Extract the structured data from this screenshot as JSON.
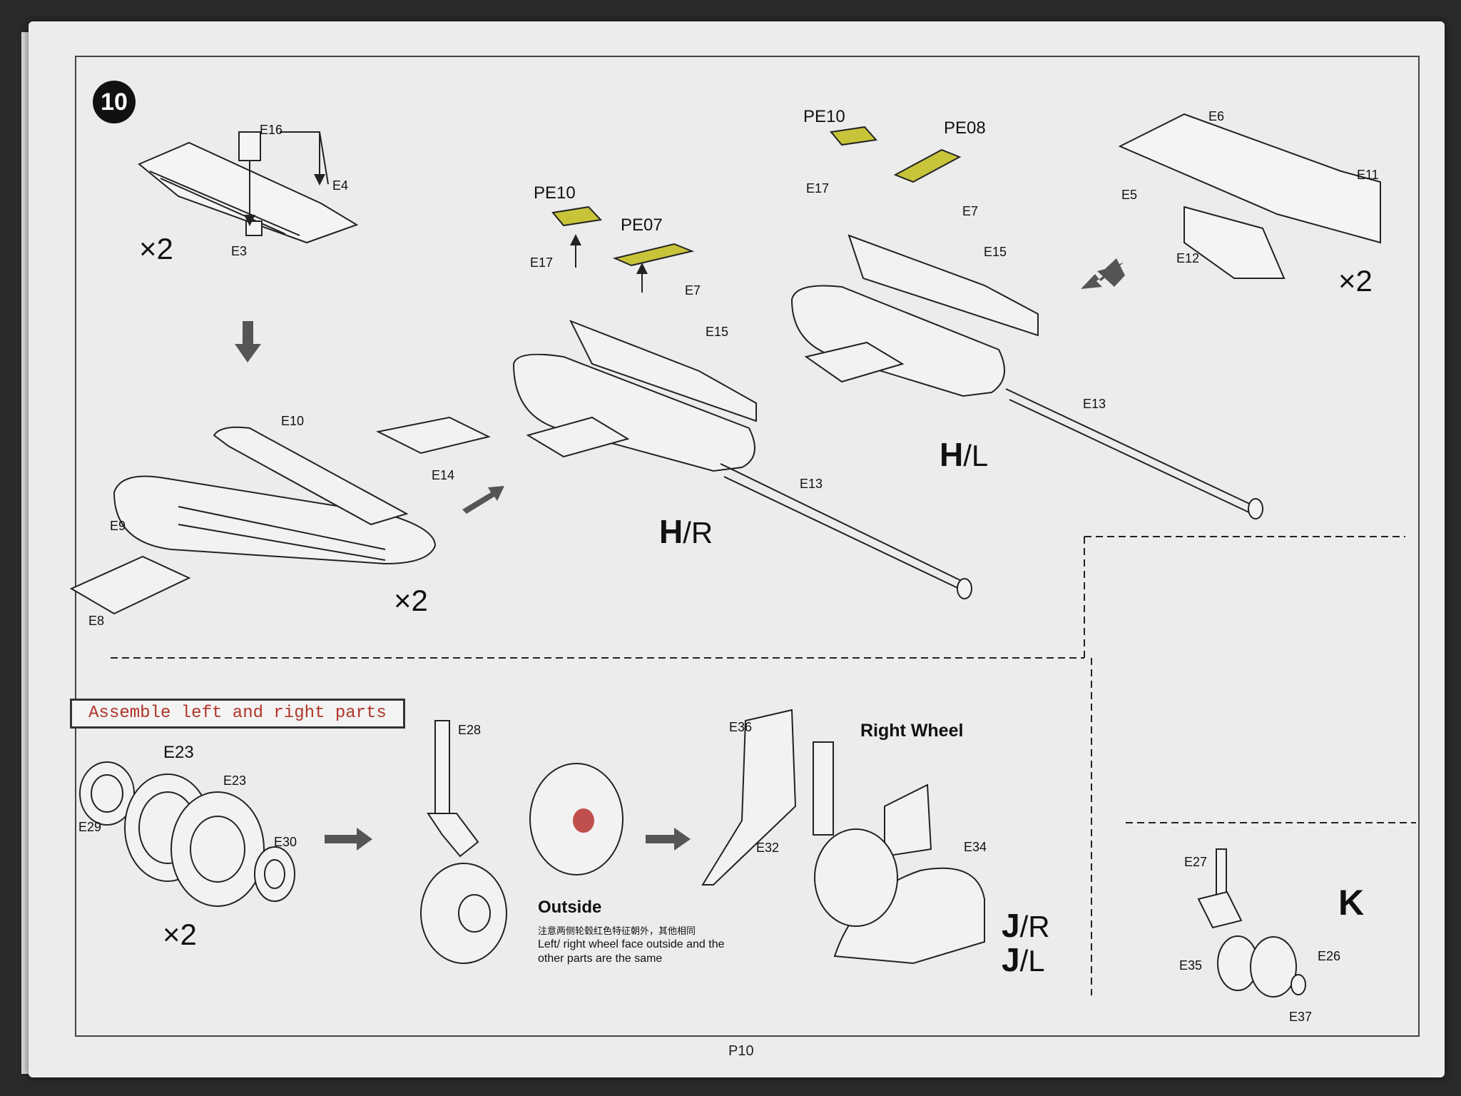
{
  "step": {
    "number": "10"
  },
  "labels": {
    "e16": "E16",
    "e4": "E4",
    "e3": "E3",
    "e10": "E10",
    "e14": "E14",
    "e9": "E9",
    "e8": "E8",
    "pe10_r": "PE10",
    "pe07": "PE07",
    "e17_r": "E17",
    "e7_r": "E7",
    "e15_r": "E15",
    "e13_r": "E13",
    "pe10_l": "PE10",
    "pe08": "PE08",
    "e17_l": "E17",
    "e7_l": "E7",
    "e15_l": "E15",
    "e13_l": "E13",
    "e6": "E6",
    "e11": "E11",
    "e5": "E5",
    "e12": "E12",
    "e23_a": "E23",
    "e23_b": "E23",
    "e29": "E29",
    "e30": "E30",
    "e28": "E28",
    "e36": "E36",
    "e32": "E32",
    "e34": "E34",
    "e27": "E27",
    "e35": "E35",
    "e26": "E26",
    "e37": "E37"
  },
  "multipliers": {
    "a": "×2",
    "b": "×2",
    "c": "×2",
    "d": "×2"
  },
  "variants": {
    "hr": {
      "letter": "H",
      "suffix": "/R"
    },
    "hl": {
      "letter": "H",
      "suffix": "/L"
    },
    "jr": {
      "letter": "J",
      "suffix": "/R"
    },
    "jl": {
      "letter": "J",
      "suffix": "/L"
    },
    "k": "K"
  },
  "assemble_note": "Assemble left and right parts",
  "right_wheel_title": "Right Wheel",
  "outside": {
    "title": "Outside",
    "note_cn": "注意两侧轮毂红色特征朝外，其他相同",
    "note_en": "Left/ right wheel face outside and the other parts are the same"
  },
  "page_number": "P10",
  "colors": {
    "photo_etch": "#c8c43a",
    "hub_accent": "#c0504d",
    "arrow": "#555555"
  }
}
